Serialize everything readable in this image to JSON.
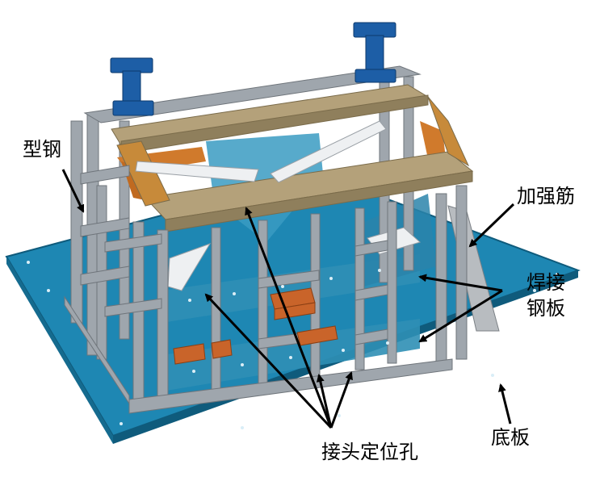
{
  "labels": {
    "section_steel": "型钢",
    "stiffener": "加强筋",
    "welded_plate_line1": "焊接",
    "welded_plate_line2": "钢板",
    "base_plate": "底板",
    "joint_locating_holes": "接头定位孔"
  },
  "colors": {
    "base_plate": "#1e87b3",
    "frame_steel": "#9fa6ad",
    "top_beam": "#b4a17a",
    "orange_plate": "#d07a2c",
    "blue_bracket": "#1d5ea6",
    "inner_panel": "#2f8fb5",
    "stiffener": "#b8bcc0",
    "arrow": "#000000"
  }
}
